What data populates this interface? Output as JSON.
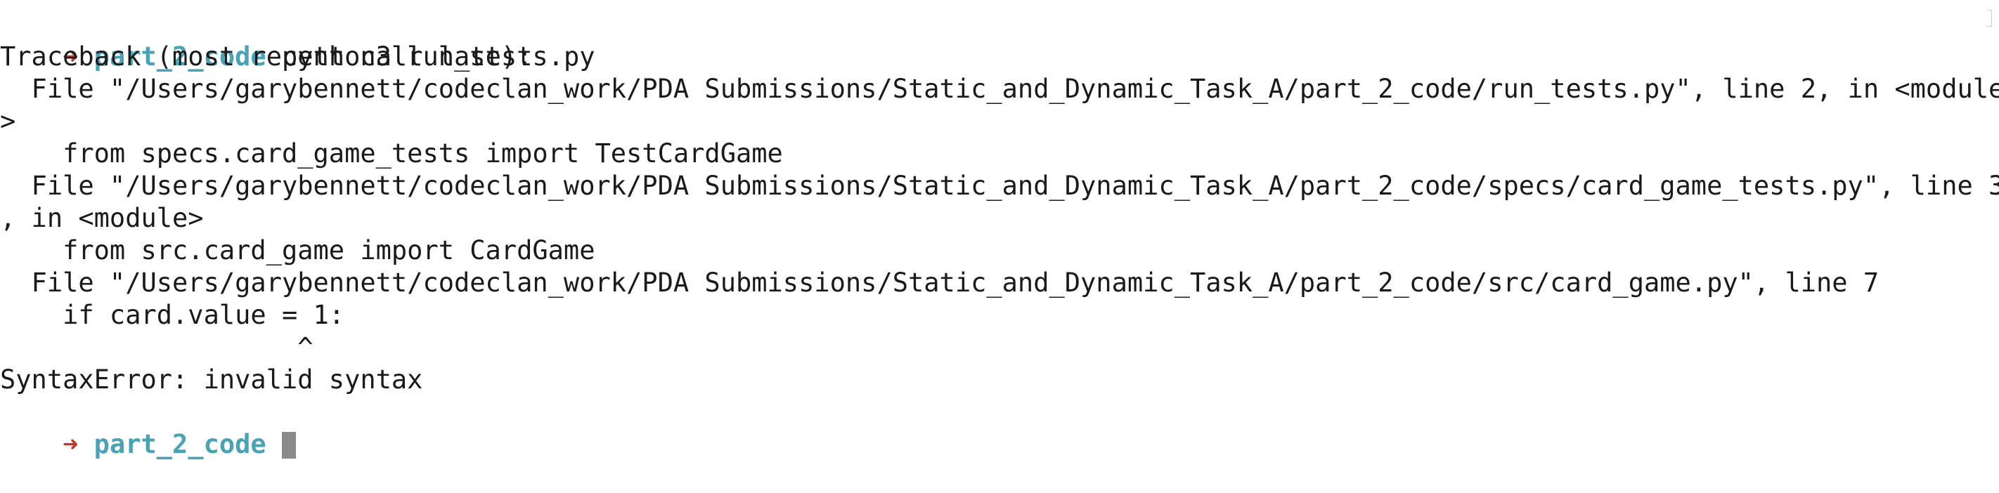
{
  "prompt": {
    "arrow": "➜",
    "directory": "part_2_code"
  },
  "command": "python3 run_tests.py",
  "output_lines": [
    "Traceback (most recent call last):",
    "  File \"/Users/garybennett/codeclan_work/PDA Submissions/Static_and_Dynamic_Task_A/part_2_code/run_tests.py\", line 2, in <module",
    ">",
    "    from specs.card_game_tests import TestCardGame",
    "  File \"/Users/garybennett/codeclan_work/PDA Submissions/Static_and_Dynamic_Task_A/part_2_code/specs/card_game_tests.py\", line 3",
    ", in <module>",
    "    from src.card_game import CardGame",
    "  File \"/Users/garybennett/codeclan_work/PDA Submissions/Static_and_Dynamic_Task_A/part_2_code/src/card_game.py\", line 7",
    "    if card.value = 1:",
    "                   ^",
    "SyntaxError: invalid syntax"
  ],
  "colors": {
    "prompt_arrow": "#c0392b",
    "prompt_directory": "#4aa3b5",
    "text": "#1a1a1a",
    "background": "#ffffff",
    "cursor": "#8a8a8a"
  }
}
